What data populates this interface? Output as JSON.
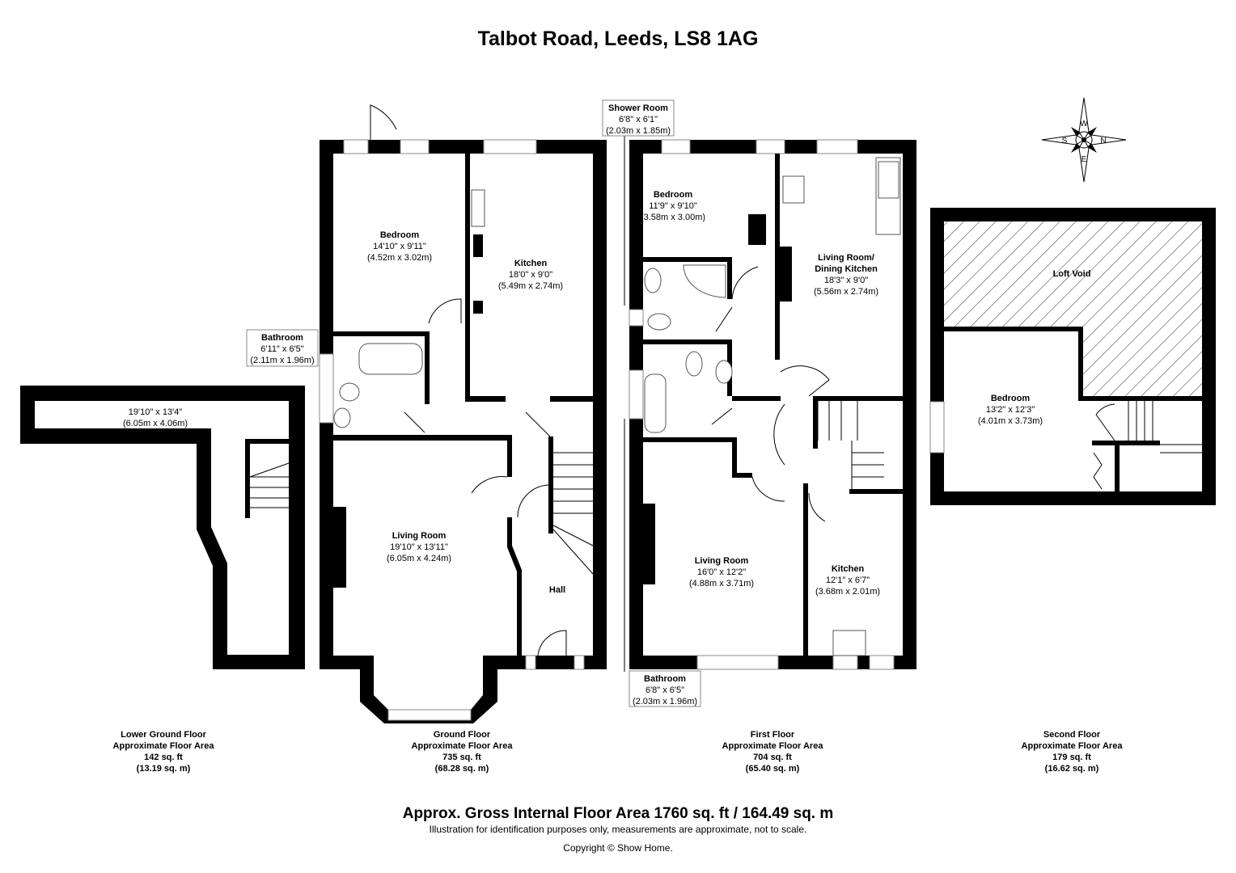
{
  "title": "Talbot Road, Leeds, LS8 1AG",
  "floors": [
    {
      "name": "Lower Ground Floor",
      "area_label": "Approximate Floor Area",
      "area_sqft": "142 sq. ft",
      "area_sqm": "(13.19 sq. m)",
      "rooms": [
        {
          "name": "",
          "imperial": "19'10\" x 13'4\"",
          "metric": "(6.05m x 4.06m)"
        }
      ]
    },
    {
      "name": "Ground Floor",
      "area_label": "Approximate Floor Area",
      "area_sqft": "735 sq. ft",
      "area_sqm": "(68.28 sq. m)",
      "rooms": [
        {
          "name": "Bedroom",
          "imperial": "14'10\" x 9'11\"",
          "metric": "(4.52m x 3.02m)"
        },
        {
          "name": "Kitchen",
          "imperial": "18'0\" x 9'0\"",
          "metric": "(5.49m x 2.74m)"
        },
        {
          "name": "Bathroom",
          "imperial": "6'11\" x 6'5\"",
          "metric": "(2.11m x 1.96m)"
        },
        {
          "name": "Living Room",
          "imperial": "19'10\" x 13'11\"",
          "metric": "(6.05m x 4.24m)"
        },
        {
          "name": "Hall",
          "imperial": "",
          "metric": ""
        }
      ]
    },
    {
      "name": "First Floor",
      "area_label": "Approximate Floor Area",
      "area_sqft": "704 sq. ft",
      "area_sqm": "(65.40 sq. m)",
      "rooms": [
        {
          "name": "Shower Room",
          "imperial": "6'8\" x 6'1\"",
          "metric": "(2.03m x 1.85m)"
        },
        {
          "name": "Bedroom",
          "imperial": "11'9\" x 9'10\"",
          "metric": "(3.58m x 3.00m)"
        },
        {
          "name": "Living Room/",
          "name2": "Dining Kitchen",
          "imperial": "18'3\" x 9'0\"",
          "metric": "(5.56m x 2.74m)"
        },
        {
          "name": "Living Room",
          "imperial": "16'0\" x 12'2\"",
          "metric": "(4.88m x 3.71m)"
        },
        {
          "name": "Kitchen",
          "imperial": "12'1\" x 6'7\"",
          "metric": "(3.68m x 2.01m)"
        },
        {
          "name": "Bathroom",
          "imperial": "6'8\" x 6'5\"",
          "metric": "(2.03m x 1.96m)"
        }
      ]
    },
    {
      "name": "Second Floor",
      "area_label": "Approximate Floor Area",
      "area_sqft": "179 sq. ft",
      "area_sqm": "(16.62 sq. m)",
      "rooms": [
        {
          "name": "Loft Void"
        },
        {
          "name": "Bedroom",
          "imperial": "13'2\" x 12'3\"",
          "metric": "(4.01m x 3.73m)"
        }
      ]
    }
  ],
  "compass": {
    "n": "N",
    "s": "S",
    "e": "E",
    "w": "W"
  },
  "gross_area": "Approx. Gross Internal Floor Area 1760 sq. ft / 164.49 sq. m",
  "disclaimer": "Illustration for identification purposes only, measurements are approximate, not to scale.",
  "copyright": "Copyright © Show Home."
}
